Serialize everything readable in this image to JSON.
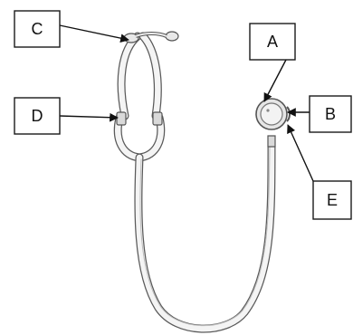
{
  "diagram": {
    "labels": [
      {
        "id": "A",
        "text": "A"
      },
      {
        "id": "B",
        "text": "B"
      },
      {
        "id": "C",
        "text": "C"
      },
      {
        "id": "D",
        "text": "D"
      },
      {
        "id": "E",
        "text": "E"
      }
    ]
  }
}
